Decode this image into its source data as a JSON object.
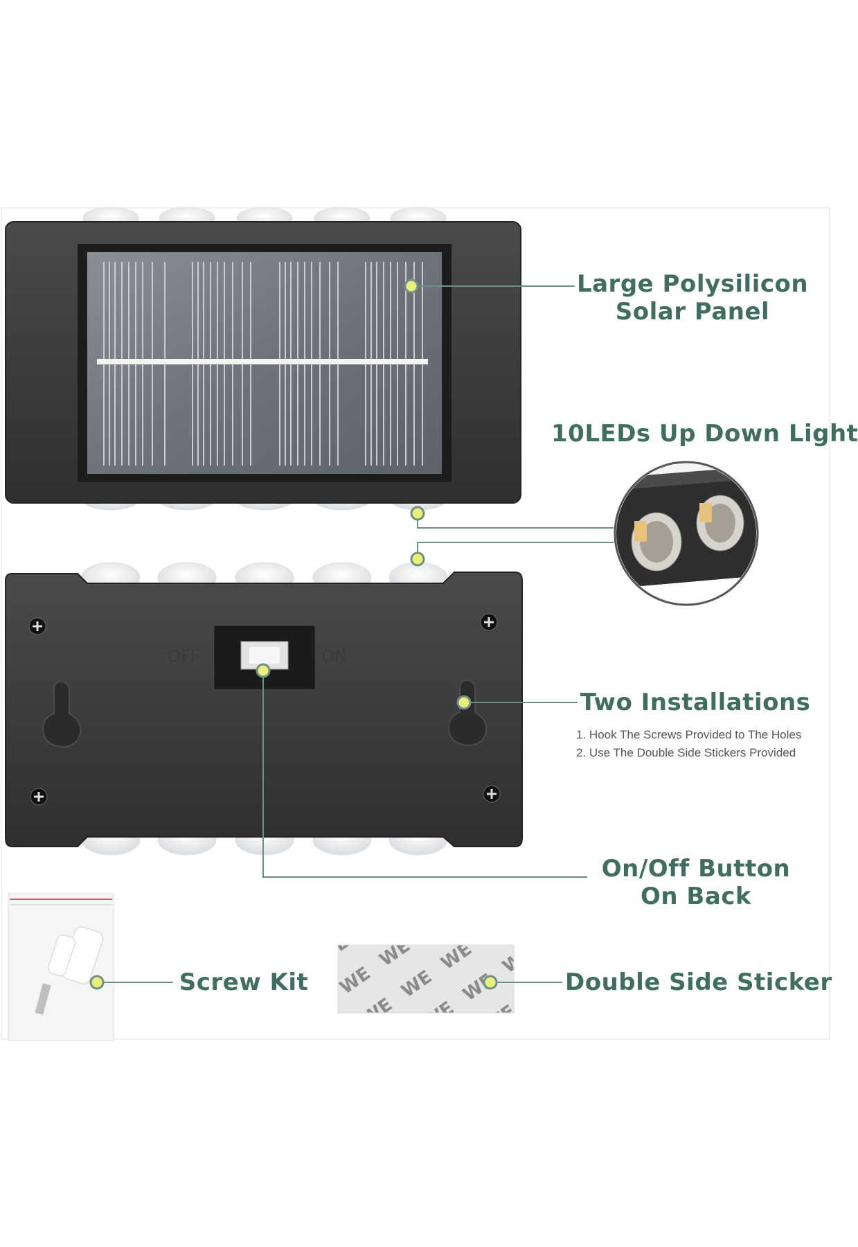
{
  "labels": {
    "solar_panel": [
      "Large Polysilicon",
      "Solar Panel"
    ],
    "leds": "10LEDs Up Down Light",
    "installations": "Two Installations",
    "installation_steps": [
      "1. Hook The Screws Provided to The Holes",
      "2. Use The Double Side Stickers Provided"
    ],
    "button": [
      "On/Off Button",
      "On Back"
    ],
    "screw_kit": "Screw Kit",
    "sticker": "Double Side Sticker"
  },
  "switch": {
    "off": "OFF",
    "on": "ON"
  },
  "colors": {
    "label_text": "#3f6e5f",
    "marker_dot": "#e9f07a",
    "leader_line": "#6f8f86",
    "device_body": "#3c3c3c"
  }
}
